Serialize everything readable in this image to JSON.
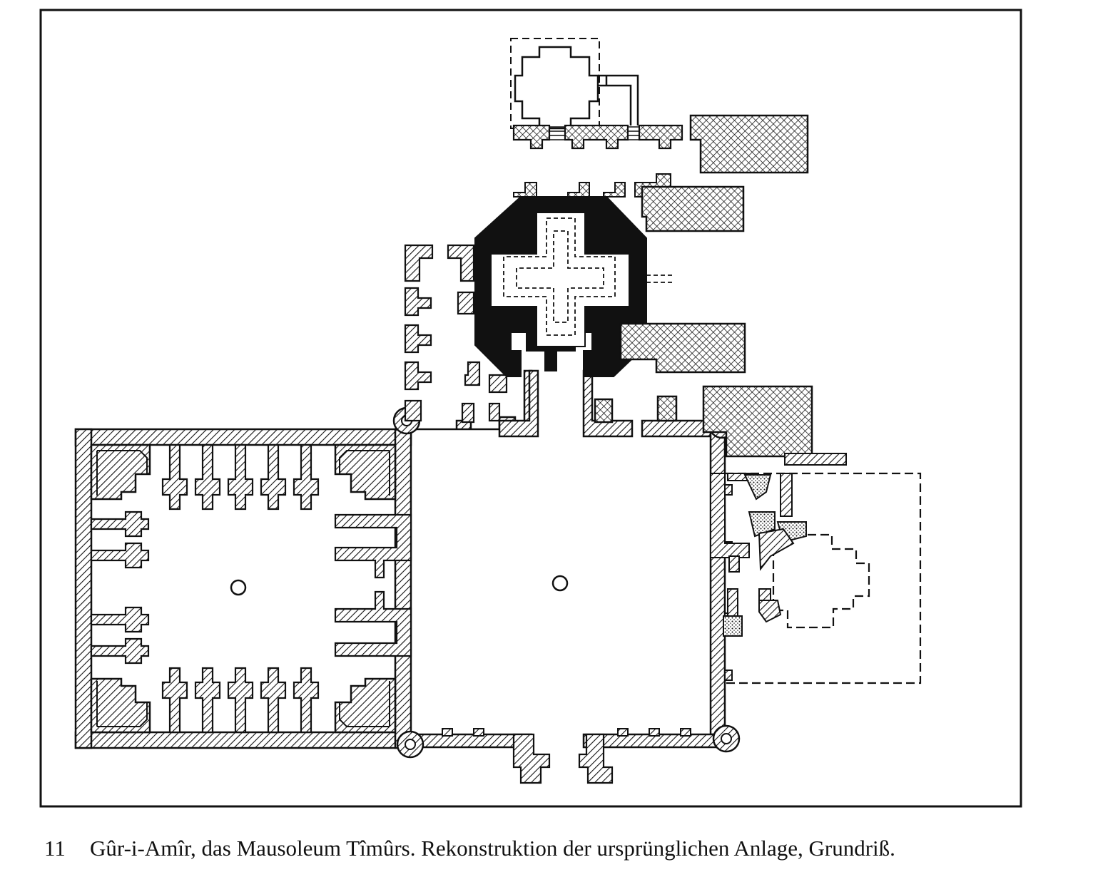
{
  "figure": {
    "number": "11",
    "caption": "Gûr-i-Amîr, das Mausoleum Tîmûrs. Rekonstruktion der ursprünglichen Anlage, Grundriß."
  },
  "colors": {
    "ink": "#111111",
    "paper": "#ffffff"
  },
  "legend_fills": [
    "diagonal-hatch",
    "cross-hatch",
    "solid-black",
    "stipple",
    "dashed-outline"
  ]
}
